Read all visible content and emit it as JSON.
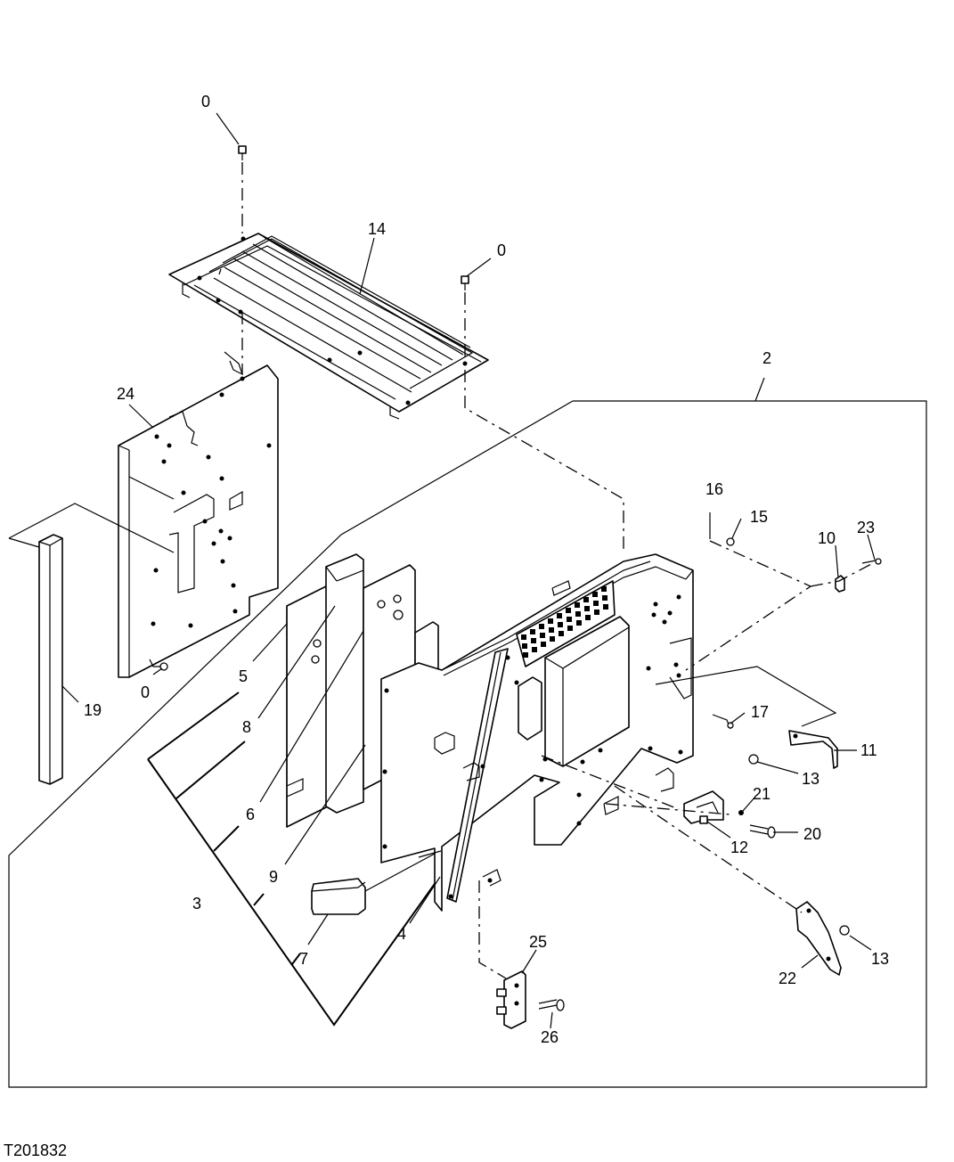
{
  "diagram": {
    "figure_id": "T201832",
    "callouts": [
      {
        "id": "c-0-top",
        "label": "0"
      },
      {
        "id": "c-0-mid",
        "label": "0"
      },
      {
        "id": "c-0-left",
        "label": "0"
      },
      {
        "id": "c-14",
        "label": "14"
      },
      {
        "id": "c-2",
        "label": "2"
      },
      {
        "id": "c-24",
        "label": "24"
      },
      {
        "id": "c-19",
        "label": "19"
      },
      {
        "id": "c-16",
        "label": "16"
      },
      {
        "id": "c-15",
        "label": "15"
      },
      {
        "id": "c-10",
        "label": "10"
      },
      {
        "id": "c-23",
        "label": "23"
      },
      {
        "id": "c-17",
        "label": "17"
      },
      {
        "id": "c-11",
        "label": "11"
      },
      {
        "id": "c-13-a",
        "label": "13"
      },
      {
        "id": "c-21",
        "label": "21"
      },
      {
        "id": "c-20",
        "label": "20"
      },
      {
        "id": "c-12",
        "label": "12"
      },
      {
        "id": "c-5",
        "label": "5"
      },
      {
        "id": "c-8",
        "label": "8"
      },
      {
        "id": "c-6",
        "label": "6"
      },
      {
        "id": "c-9",
        "label": "9"
      },
      {
        "id": "c-3",
        "label": "3"
      },
      {
        "id": "c-7",
        "label": "7"
      },
      {
        "id": "c-4",
        "label": "4"
      },
      {
        "id": "c-25",
        "label": "25"
      },
      {
        "id": "c-26",
        "label": "26"
      },
      {
        "id": "c-22",
        "label": "22"
      },
      {
        "id": "c-13-b",
        "label": "13"
      }
    ]
  }
}
